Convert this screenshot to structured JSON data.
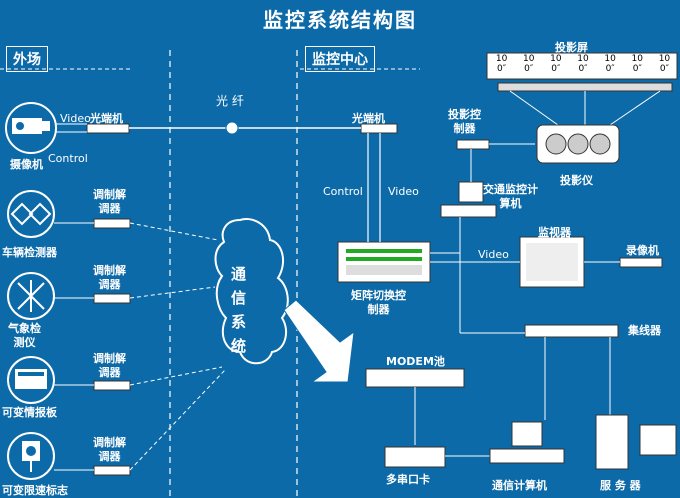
{
  "title": "监控系统结构图",
  "zones": {
    "outside": "外场",
    "center": "监控中心"
  },
  "fiber_label": "光  纤",
  "comm_system": [
    "通",
    "信",
    "系",
    "统"
  ],
  "link_labels": {
    "video_top": "Video",
    "control_top": "Control",
    "control_mid": "Control",
    "video_mid": "Video",
    "video_right": "Video"
  },
  "devices": {
    "camera": "摄像机",
    "optical_left": "光端机",
    "optical_right": "光端机",
    "vehicle_detector": "车辆检测器",
    "weather": [
      "气象检",
      "测仪"
    ],
    "vms": "可变情报板",
    "speed_sign": "可变限速标志",
    "modem1": [
      "调制解",
      "调器"
    ],
    "modem2": [
      "调制解",
      "调器"
    ],
    "modem3": [
      "调制解",
      "调器"
    ],
    "modem4": [
      "调制解",
      "调器"
    ],
    "proj_ctrl": [
      "投影控",
      "制器"
    ],
    "projection_screen": "投影屏",
    "projector": "投影仪",
    "traffic_pc": [
      "交通监控计",
      "算机"
    ],
    "matrix": [
      "矩阵切换控",
      "制器"
    ],
    "monitor": "监视器",
    "recorder": "录像机",
    "hub": "集线器",
    "modem_pool": "MODEM池",
    "serial_card": "多串口卡",
    "comm_pc": "通信计算机",
    "server": "服  务  器"
  },
  "screen_cells": [
    "10",
    "0″",
    "10",
    "0″",
    "10",
    "0″",
    "10",
    "0″",
    "10",
    "0″",
    "10",
    "0″",
    "10",
    "0″"
  ]
}
